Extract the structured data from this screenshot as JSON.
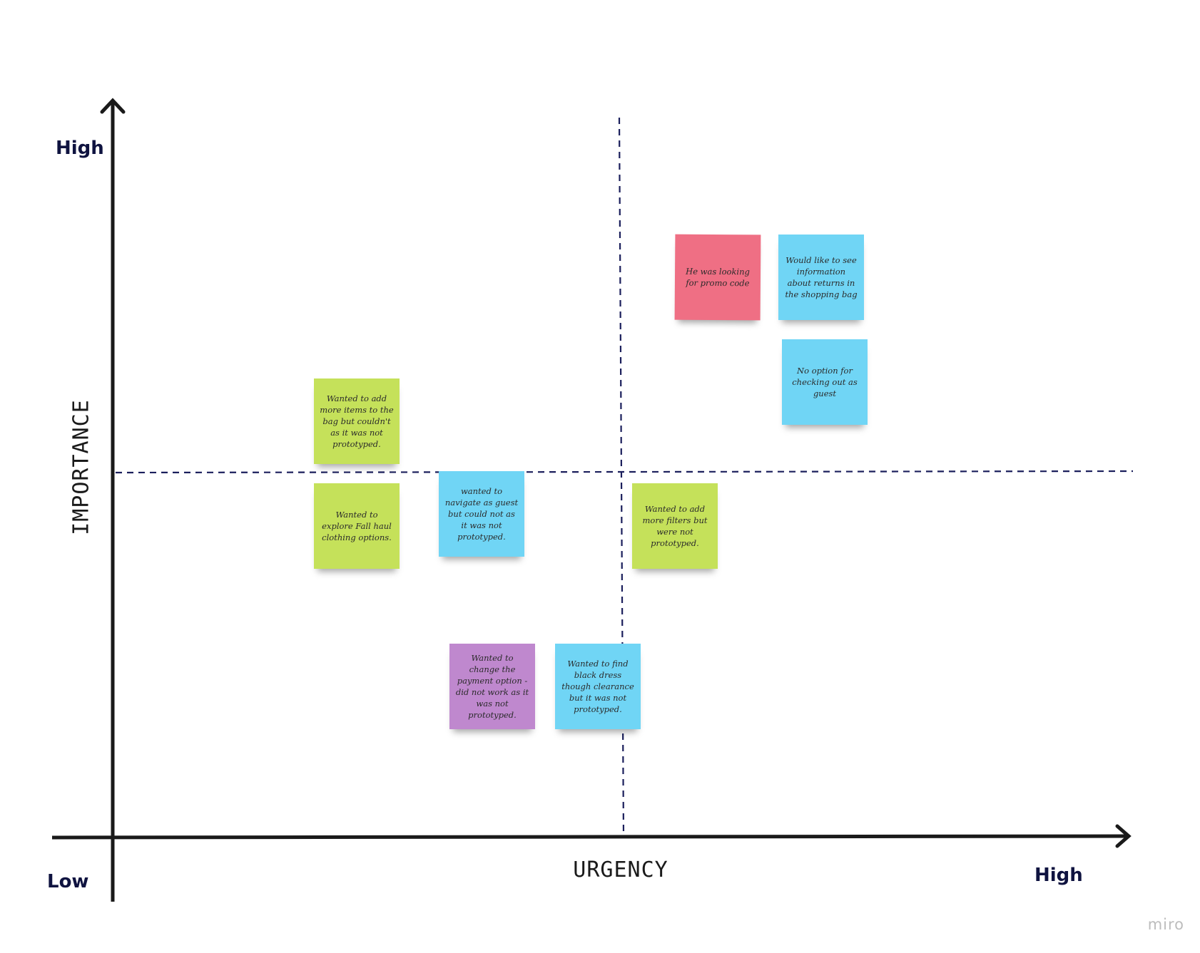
{
  "axes": {
    "y_high": "High",
    "x_high": "High",
    "origin_low": "Low",
    "y_title": "IMPORTANCE",
    "x_title": "URGENCY"
  },
  "colors": {
    "axis": "#1a1a1a",
    "divider": "#1b1f5c",
    "pink": "#ef6f84",
    "blue": "#70d5f5",
    "green": "#c5e15a",
    "purple": "#bf88ce"
  },
  "stickies": [
    {
      "text": "He was looking for promo code",
      "color": "pink"
    },
    {
      "text": "Would like to see information about returns in the shopping bag",
      "color": "blue"
    },
    {
      "text": "No option for checking out as guest",
      "color": "blue"
    },
    {
      "text": "Wanted to add more items to the bag but couldn't as it was not prototyped.",
      "color": "green"
    },
    {
      "text": "Wanted to explore Fall haul clothing options.",
      "color": "green"
    },
    {
      "text": "wanted to navigate as guest but could not as it was not prototyped.",
      "color": "blue"
    },
    {
      "text": "Wanted to add more filters but were not prototyped.",
      "color": "green"
    },
    {
      "text": "Wanted to change the payment option -did not work as it was not prototyped.",
      "color": "purple"
    },
    {
      "text": "Wanted to find black dress though clearance but it was not prototyped.",
      "color": "blue"
    }
  ],
  "brand": "miro"
}
